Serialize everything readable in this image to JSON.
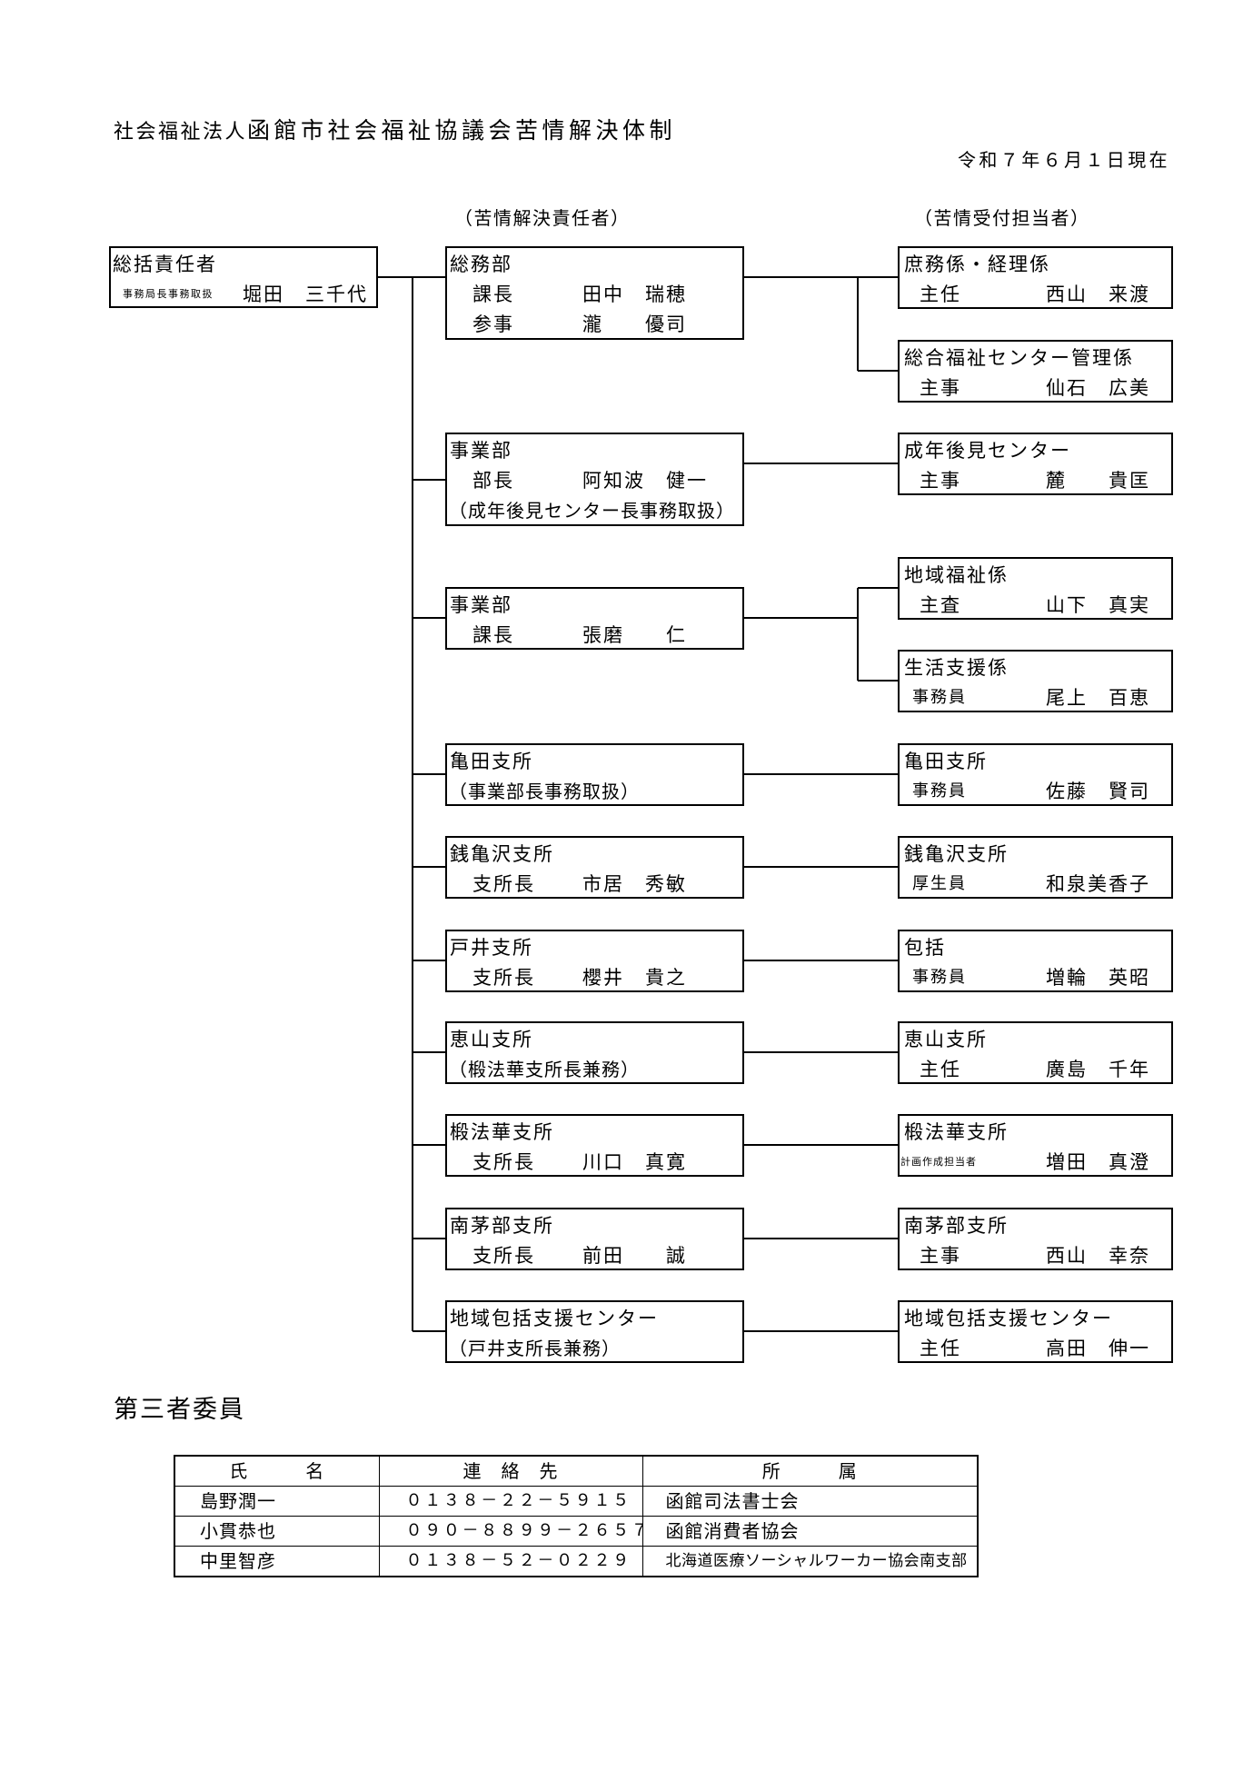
{
  "title": {
    "prefix": "社会福祉法人",
    "main": "函館市社会福祉協議会苦情解決体制"
  },
  "as_of": "令和７年６月１日現在",
  "column_headings": {
    "resolver": "（苦情解決責任者）",
    "receiver": "（苦情受付担当者）"
  },
  "chief": {
    "title": "総括責任者",
    "role": "事務局長事務取扱",
    "name": "堀田　三千代"
  },
  "resolvers": [
    {
      "unit": "総務部",
      "members": [
        {
          "role": "課長",
          "name": "田中　瑞穂"
        },
        {
          "role": "参事",
          "name": "瀧　　優司"
        }
      ]
    },
    {
      "unit": "事業部",
      "members": [
        {
          "role": "部長",
          "name": "阿知波　健一"
        }
      ],
      "note": "（成年後見センター長事務取扱）"
    },
    {
      "unit": "事業部",
      "members": [
        {
          "role": "課長",
          "name": "張磨　　仁"
        }
      ]
    },
    {
      "unit": "亀田支所",
      "note": "（事業部長事務取扱）"
    },
    {
      "unit": "銭亀沢支所",
      "members": [
        {
          "role": "支所長",
          "name": "市居　秀敏"
        }
      ]
    },
    {
      "unit": "戸井支所",
      "members": [
        {
          "role": "支所長",
          "name": "櫻井　貴之"
        }
      ]
    },
    {
      "unit": "恵山支所",
      "note": "（椴法華支所長兼務）"
    },
    {
      "unit": "椴法華支所",
      "members": [
        {
          "role": "支所長",
          "name": "川口　真寛"
        }
      ]
    },
    {
      "unit": "南茅部支所",
      "members": [
        {
          "role": "支所長",
          "name": "前田　　誠"
        }
      ]
    },
    {
      "unit": "地域包括支援センター",
      "note": "（戸井支所長兼務）"
    }
  ],
  "receivers": [
    {
      "unit": "庶務係・経理係",
      "role": "主任",
      "name": "西山　来渡"
    },
    {
      "unit": "総合福祉センター管理係",
      "role": "主事",
      "name": "仙石　広美"
    },
    {
      "unit": "成年後見センター",
      "role": "主事",
      "name": "麓　　貴匡"
    },
    {
      "unit": "地域福祉係",
      "role": "主査",
      "name": "山下　真実"
    },
    {
      "unit": "生活支援係",
      "role": "事務員",
      "name": "尾上　百恵"
    },
    {
      "unit": "亀田支所",
      "role": "事務員",
      "name": "佐藤　賢司"
    },
    {
      "unit": "銭亀沢支所",
      "role": "厚生員",
      "name": "和泉美香子"
    },
    {
      "unit": "包括",
      "role": "事務員",
      "name": "増輪　英昭"
    },
    {
      "unit": "恵山支所",
      "role": "主任",
      "name": "廣島　千年"
    },
    {
      "unit": "椴法華支所",
      "role": "計画作成担当者",
      "name": "増田　真澄"
    },
    {
      "unit": "南茅部支所",
      "role": "主事",
      "name": "西山　幸奈"
    },
    {
      "unit": "地域包括支援センター",
      "role": "主任",
      "name": "高田　伸一"
    }
  ],
  "committee": {
    "title": "第三者委員",
    "headers": [
      "氏　　　名",
      "連　絡　先",
      "所　　　属"
    ],
    "members": [
      {
        "name": "島野潤一",
        "contact": "０１３８－２２－５９１５",
        "affiliation": "函館司法書士会"
      },
      {
        "name": "小貫恭也",
        "contact": "０９０－８８９９－２６５７",
        "affiliation": "函館消費者協会"
      },
      {
        "name": "中里智彦",
        "contact": "０１３８－５２－０２２９",
        "affiliation": "北海道医療ソーシャルワーカー協会南支部"
      }
    ]
  }
}
